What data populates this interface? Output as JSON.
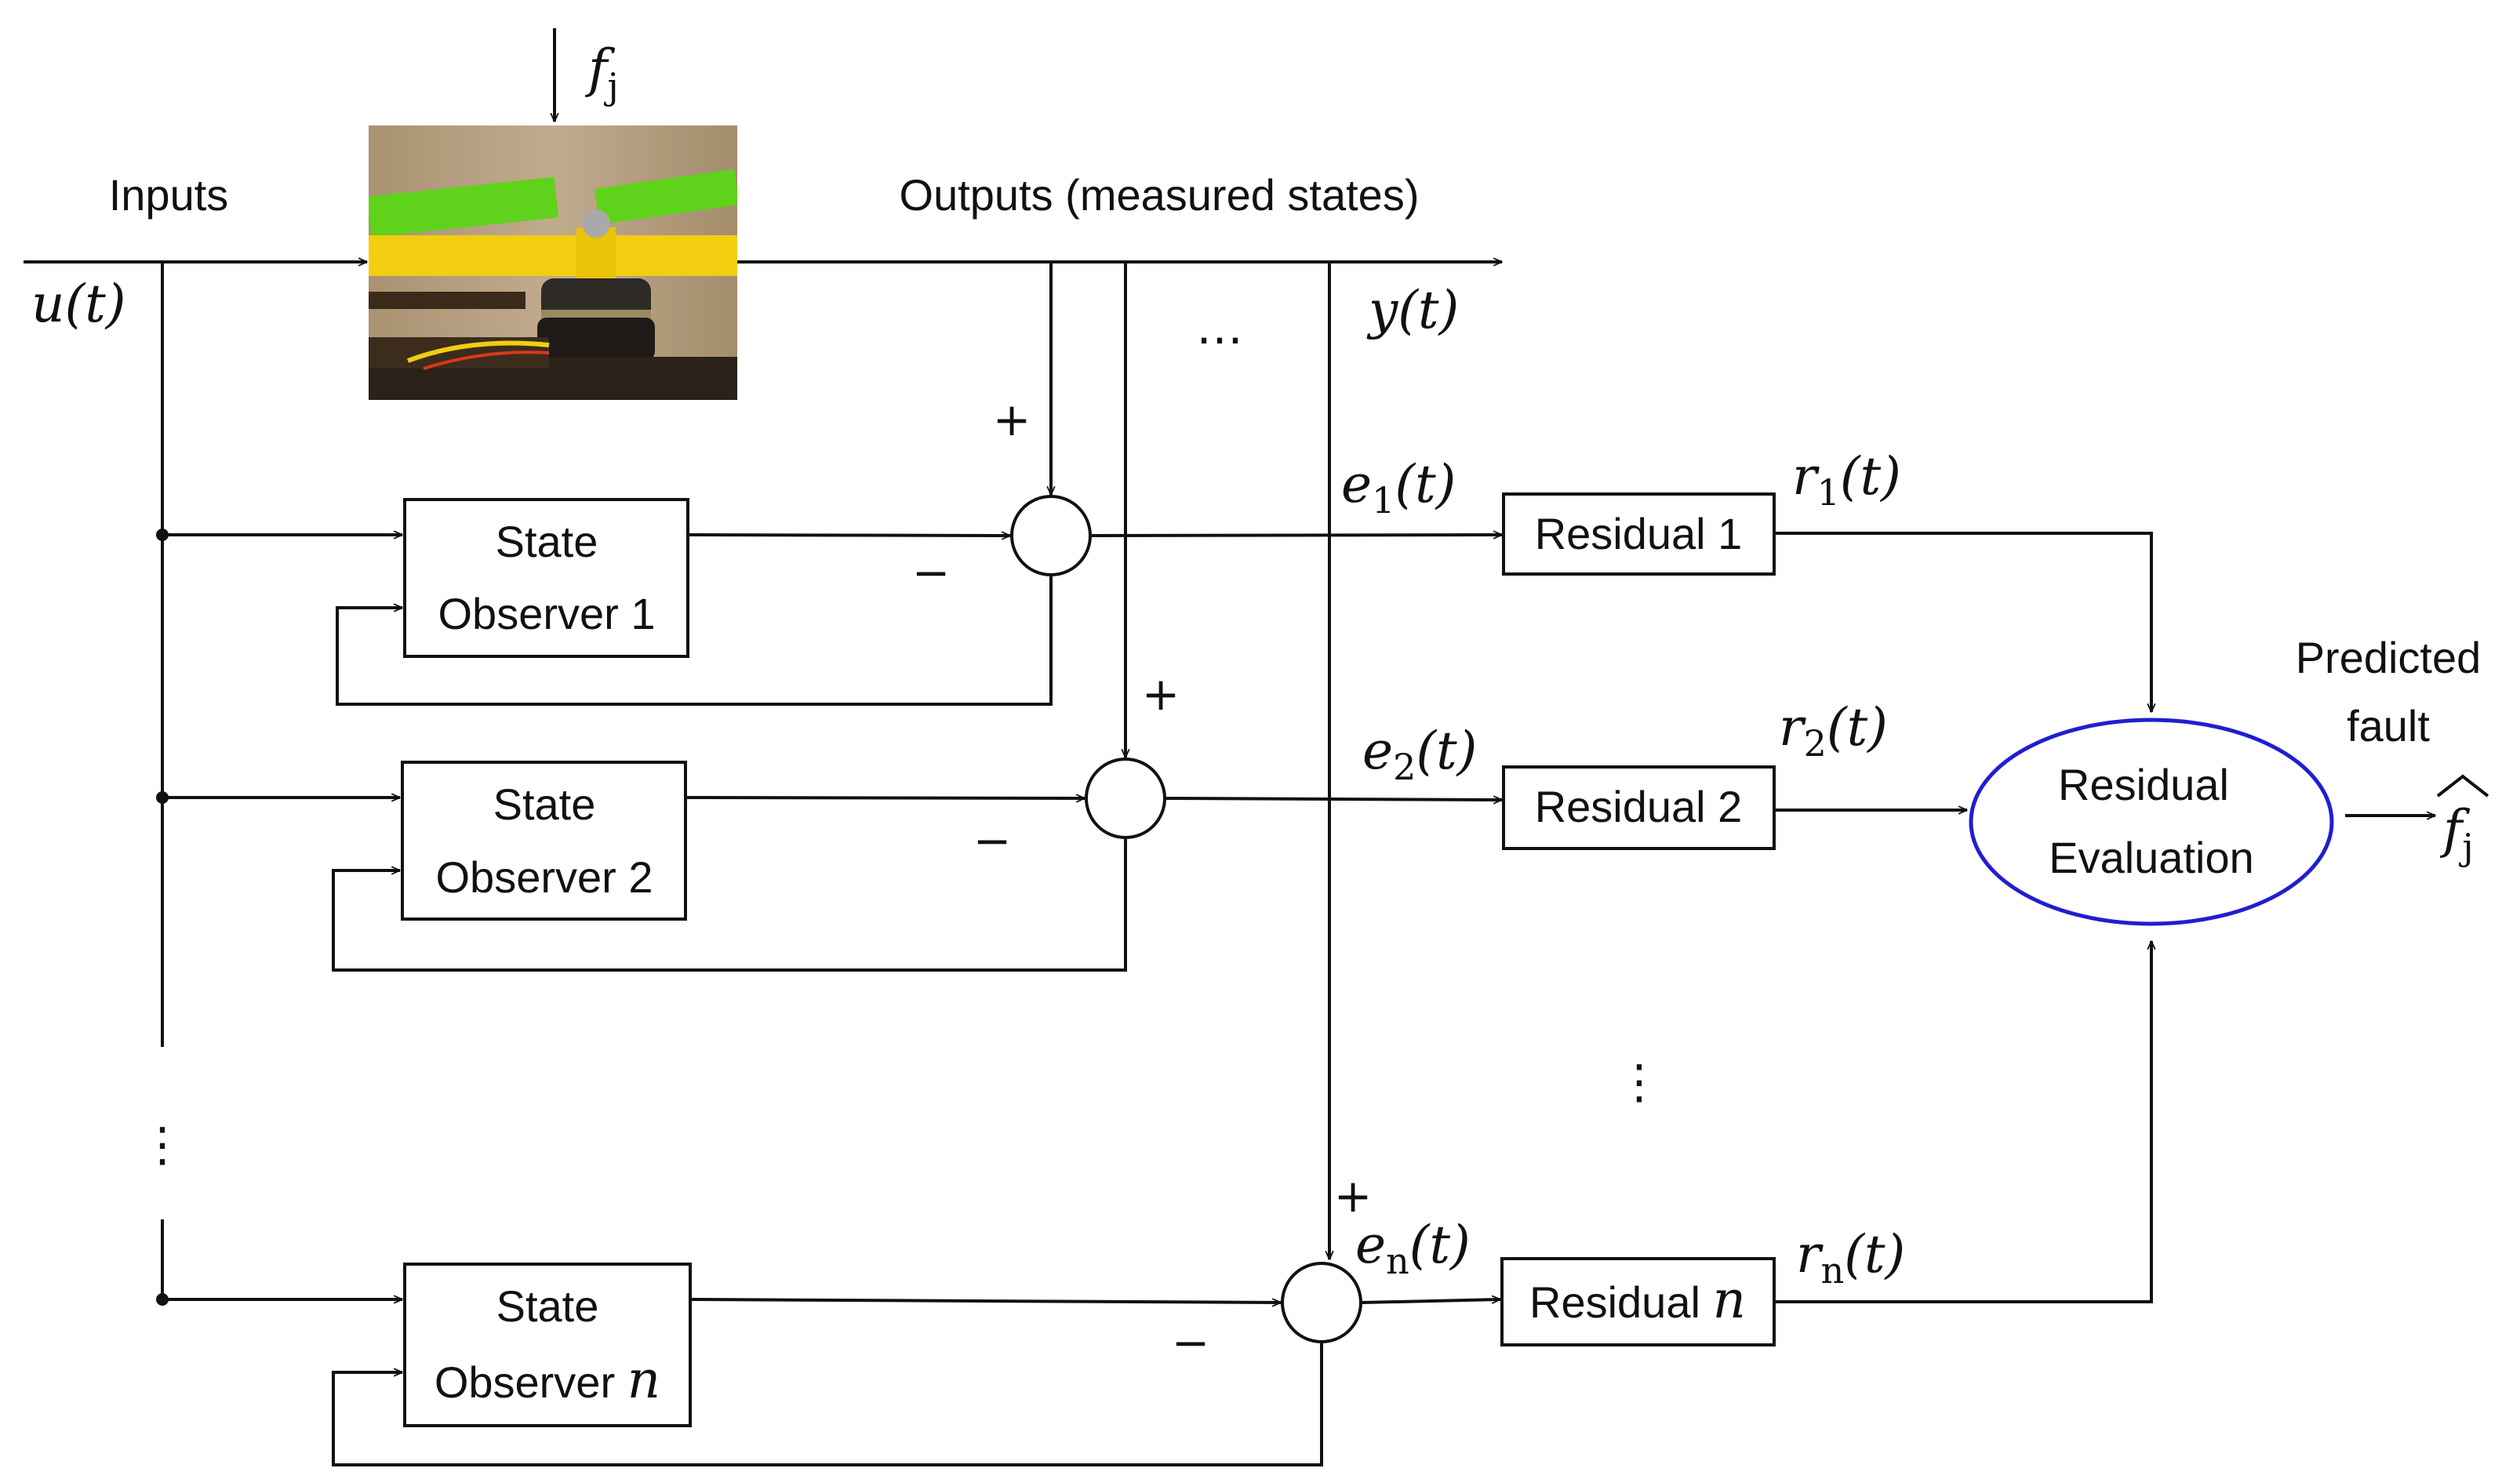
{
  "labels": {
    "inputs": "Inputs",
    "input_signal": "u(t)",
    "fault_in": "f",
    "fault_in_sub": "j",
    "outputs": "Outputs (measured states)",
    "output_signal": "y(t)",
    "dots_h": "…",
    "dots_v": "⋮",
    "predicted_line1": "Predicted",
    "predicted_line2": "fault",
    "fault_out": "f",
    "fault_out_sub": "j",
    "plus": "+",
    "minus": "−"
  },
  "observers": [
    {
      "line1": "State",
      "line2": "Observer 1"
    },
    {
      "line1": "State",
      "line2": "Observer 2"
    },
    {
      "line1": "State",
      "line2": "Observer ",
      "line2_math": "n"
    }
  ],
  "errors": [
    {
      "sym": "e",
      "sub": "1"
    },
    {
      "sym": "e",
      "sub": "2"
    },
    {
      "sym": "e",
      "sub": "n"
    }
  ],
  "residual_blocks": [
    {
      "label": "Residual 1",
      "math": ""
    },
    {
      "label": "Residual 2",
      "math": ""
    },
    {
      "label": "Residual ",
      "math": "n"
    }
  ],
  "residual_signals": [
    {
      "sym": "r",
      "sub": "1"
    },
    {
      "sym": "r",
      "sub": "2"
    },
    {
      "sym": "r",
      "sub": "n"
    }
  ],
  "evaluation": {
    "line1": "Residual",
    "line2": "Evaluation",
    "stroke": "#1f1fd0"
  },
  "photo": {
    "bg": "#b19b7d",
    "prop_green": "#5fd21c",
    "prop_yellow": "#f2cd10",
    "frame": "#2a2118"
  }
}
